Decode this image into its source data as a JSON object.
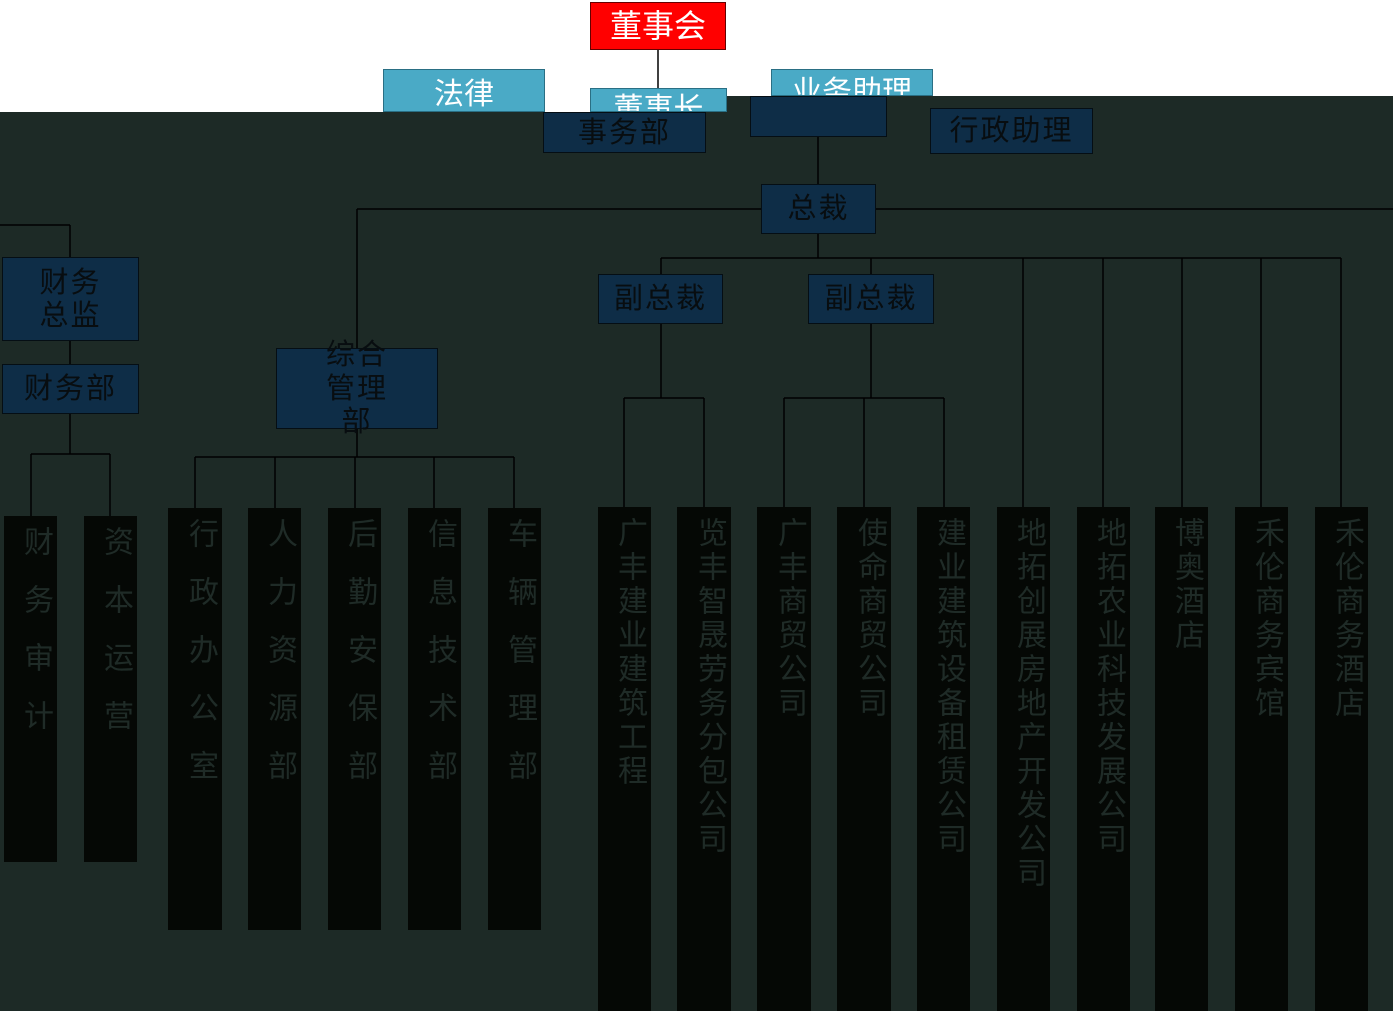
{
  "board": "董事会",
  "legal": "法律",
  "legal_sub": "事务部",
  "chairman": "董事长",
  "business_assistant": "业务助理",
  "admin_assistant": "行政助理",
  "president": "总裁",
  "finance_director": "财务总监",
  "finance_dept": "财务部",
  "general_mgmt": "综合管理部",
  "vp_left": "副总裁",
  "vp_right": "副总裁",
  "departments": [
    "财务审计",
    "资本运营",
    "行政办公室",
    "人力资源部",
    "后勤安保部",
    "信息技术部",
    "车辆管理部"
  ],
  "companies": [
    "广丰建业建筑工程",
    "览丰智晟劳务分包公司",
    "广丰商贸公司",
    "使命商贸公司",
    "建业建筑设备租赁公司",
    "地拓创展房地产开发公司",
    "地拓农业科技发展公司",
    "博奥酒店",
    "禾伦商务宾馆",
    "禾伦商务酒店"
  ]
}
